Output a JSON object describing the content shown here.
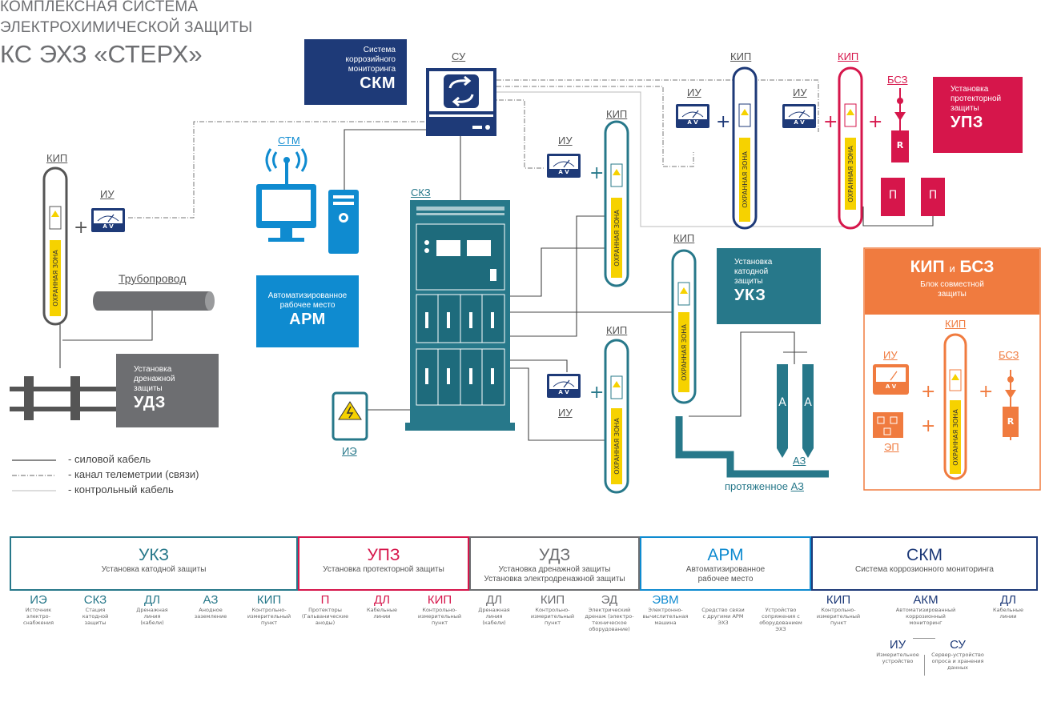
{
  "header": {
    "line1": "КОМПЛЕКСНАЯ СИСТЕМА",
    "line2": "ЭЛЕКТРОХИМИЧЕСКОЙ ЗАЩИТЫ",
    "line3": "КС ЭХЗ «СТЕРХ»"
  },
  "colors": {
    "teal": "#27788a",
    "navy": "#1e3a78",
    "blue": "#0f8bd0",
    "red": "#d6164b",
    "gray": "#6d6e71",
    "orange": "#f07b3f",
    "yellow": "#f6d200"
  },
  "labels": {
    "kip": "КИП",
    "iu": "ИУ",
    "su": "СУ",
    "stm": "СТМ",
    "skz": "СКЗ",
    "bsz": "БСЗ",
    "ie": "ИЭ",
    "az": "АЗ",
    "pipeline": "Трубопровод",
    "extended_az_prefix": "протяженное ",
    "ep": "ЭП",
    "okhr": "ОХРАННАЯ ЗОНА",
    "p": "П",
    "a": "А",
    "r": "R",
    "av": "A V",
    "plus": "+"
  },
  "boxes": {
    "skm": {
      "l1": "Система",
      "l2": "коррозийного",
      "l3": "мониторинга",
      "big": "СКМ"
    },
    "upz": {
      "l1": "Установка",
      "l2": "протекторной",
      "l3": "защиты",
      "big": "УПЗ"
    },
    "arm": {
      "l1": "Автоматизированное",
      "l2": "рабочее место",
      "big": "АРМ"
    },
    "ukz": {
      "l1": "Установка",
      "l2": "катодной",
      "l3": "защиты",
      "big": "УКЗ"
    },
    "udz": {
      "l1": "Установка",
      "l2": "дренажной",
      "l3": "защиты",
      "big": "УДЗ"
    },
    "kipbsz": {
      "big1": "КИП",
      "mid": "и",
      "big2": "БСЗ",
      "l1": "Блок совместной",
      "l2": "защиты"
    }
  },
  "legend": [
    {
      "text": "- силовой кабель"
    },
    {
      "text": "- канал телеметрии (связи)"
    },
    {
      "text": "- контрольный кабель"
    }
  ],
  "table": {
    "groups": [
      {
        "title": "УКЗ",
        "sub1": "Установка катодной защиты",
        "sub2": ""
      },
      {
        "title": "УПЗ",
        "sub1": "Установка протекторной защиты",
        "sub2": ""
      },
      {
        "title": "УДЗ",
        "sub1": "Установка дренажной защиты",
        "sub2": "Установка электродренажной защиты"
      },
      {
        "title": "АРМ",
        "sub1": "Автоматизированное",
        "sub2": "рабочее место"
      },
      {
        "title": "СКМ",
        "sub1": "Система коррозионного мониторинга",
        "sub2": ""
      }
    ],
    "items": [
      {
        "abbr": "ИЭ",
        "d": [
          "Источник",
          "электро-",
          "снабжения"
        ]
      },
      {
        "abbr": "СКЗ",
        "d": [
          "Стация",
          "катодной",
          "защиты"
        ]
      },
      {
        "abbr": "ДЛ",
        "d": [
          "Дренажная",
          "линия",
          "(кабели)"
        ]
      },
      {
        "abbr": "АЗ",
        "d": [
          "Анодное",
          "заземление"
        ]
      },
      {
        "abbr": "КИП",
        "d": [
          "Контрольно-",
          "измерительный",
          "пункт"
        ]
      },
      {
        "abbr": "П",
        "d": [
          "Протекторы",
          "(Гальванические",
          "аноды)"
        ]
      },
      {
        "abbr": "ДЛ",
        "d": [
          "Кабельные",
          "линии"
        ]
      },
      {
        "abbr": "КИП",
        "d": [
          "Контрольно-",
          "измерительный",
          "пункт"
        ]
      },
      {
        "abbr": "ДЛ",
        "d": [
          "Дренажная",
          "линия",
          "(кабели)"
        ]
      },
      {
        "abbr": "КИП",
        "d": [
          "Контрольно-",
          "измерительный",
          "пункт"
        ]
      },
      {
        "abbr": "ЭД",
        "d": [
          "Электрический",
          "дренаж (электро-",
          "техническое",
          "оборудование)"
        ]
      },
      {
        "abbr": "ЭВМ",
        "d": [
          "Электронно-",
          "вычислительная",
          "машина"
        ]
      },
      {
        "abbr": "",
        "d": [
          "Средство связи",
          "с другими АРМ",
          "ЭХЗ"
        ]
      },
      {
        "abbr": "",
        "d": [
          "Устройство",
          "сопряжения с",
          "оборудованием",
          "ЭХЗ"
        ]
      },
      {
        "abbr": "КИП",
        "d": [
          "Контрольно-",
          "измерительный",
          "пункт"
        ]
      },
      {
        "abbr": "АКМ",
        "d": [
          "Автоматизированный",
          "коррозионный",
          "мониторинг"
        ]
      },
      {
        "abbr": "ДЛ",
        "d": [
          "Кабельные",
          "линии"
        ]
      },
      {
        "abbr": "ИУ",
        "d": [
          "Измерительное",
          "устройство"
        ]
      },
      {
        "abbr": "СУ",
        "d": [
          "Сервер-устройство",
          "опроса и хранения",
          "данных"
        ]
      }
    ]
  }
}
